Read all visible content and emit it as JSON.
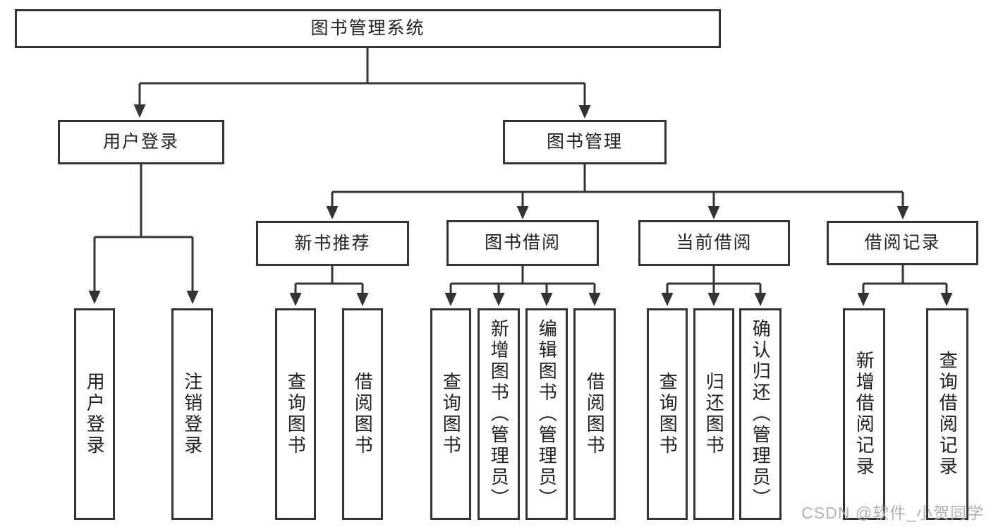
{
  "diagram": {
    "root": "图书管理系统",
    "user_branch": {
      "label": "用户登录",
      "children": [
        "用户登录",
        "注销登录"
      ]
    },
    "book_branch": {
      "label": "图书管理",
      "groups": [
        {
          "label": "新书推荐",
          "children": [
            "查询图书",
            "借阅图书"
          ]
        },
        {
          "label": "图书借阅",
          "children": [
            "查询图书",
            "新增图书（管理员）",
            "编辑图书（管理员）",
            "借阅图书"
          ]
        },
        {
          "label": "当前借阅",
          "children": [
            "查询图书",
            "归还图书",
            "确认归还（管理员）"
          ]
        },
        {
          "label": "借阅记录",
          "children": [
            "新增借阅记录",
            "查询借阅记录"
          ]
        }
      ]
    }
  },
  "watermark": "CSDN @软件_小贺同学",
  "colors": {
    "line": "#333333",
    "text": "#1f1f1f",
    "background": "#ffffff",
    "watermark": "#b2b2b2"
  }
}
